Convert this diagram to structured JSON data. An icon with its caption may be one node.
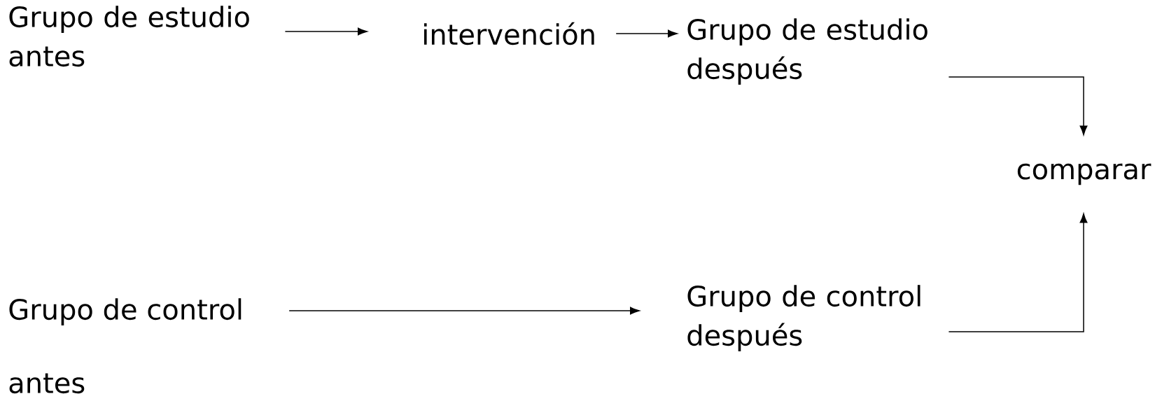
{
  "diagram": {
    "nodes": [
      {
        "text": [
          "Grupo de estudio antes"
        ]
      },
      {
        "text": [
          "intervención"
        ]
      },
      {
        "text": [
          "Grupo de estudio después"
        ]
      },
      {
        "text": [
          "comparar"
        ]
      },
      {
        "text": [
          "Grupo de control",
          "antes"
        ]
      },
      {
        "text": [
          "Grupo de control después"
        ]
      }
    ],
    "edges": [
      {
        "from": 0,
        "to": 1,
        "arrow": "to"
      },
      {
        "from": 1,
        "to": 2,
        "arrow": "to"
      },
      {
        "from": 2,
        "to": 3,
        "arrow": "to"
      },
      {
        "from": 4,
        "to": 5,
        "arrow": "to"
      },
      {
        "from": 5,
        "to": 3,
        "arrow": "to"
      }
    ]
  }
}
